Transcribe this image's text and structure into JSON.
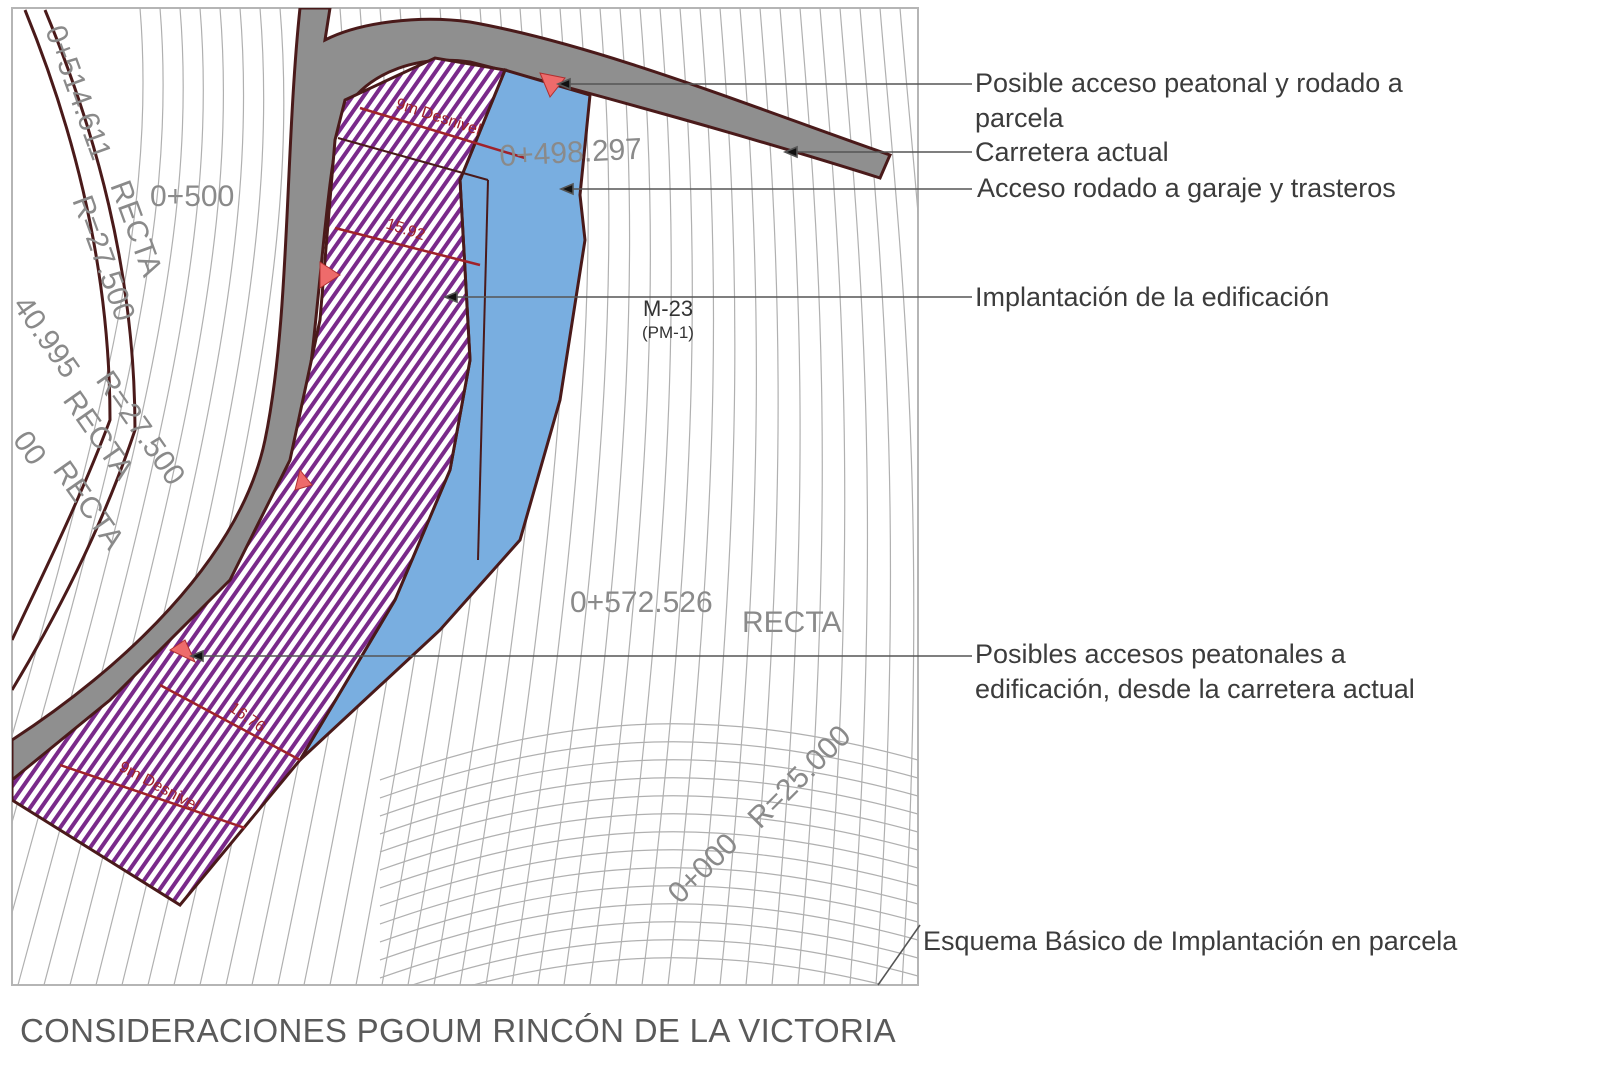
{
  "title": "CONSIDERACIONES PGOUM RINCÓN DE LA VICTORIA",
  "annotations": {
    "acceso_peatonal_rodado": [
      "Posible acceso peatonal y rodado a",
      "parcela"
    ],
    "carretera": "Carretera actual",
    "acceso_garaje": "Acceso rodado a garaje y trasteros",
    "implantacion": "Implantación de la edificación",
    "accesos_peatonales": [
      "Posibles accesos peatonales a",
      "edificación, desde la carretera actual"
    ],
    "esquema": "Esquema Básico de Implantación en parcela"
  },
  "map": {
    "parcel_id": "M-23",
    "parcel_sub": "(PM-1)",
    "station_labels": [
      "0+514.611",
      "R=27.500",
      "RECTA",
      "0+500",
      "0+498.297",
      "40.995",
      "R=27.500",
      "RECTA",
      "00",
      "RECTA",
      "0+572.526",
      "RECTA",
      "R=25.000",
      "0+000"
    ],
    "dimensions": [
      "15.92",
      "16.76"
    ],
    "slope_labels": [
      "9m Desnivel",
      "9m Desnivel"
    ]
  },
  "colors": {
    "road": "#8f8f8f",
    "building": "#7a2a8a",
    "garage": "#79aee0",
    "boundary": "#5a1a1a",
    "marker": "#ee6b6b"
  }
}
